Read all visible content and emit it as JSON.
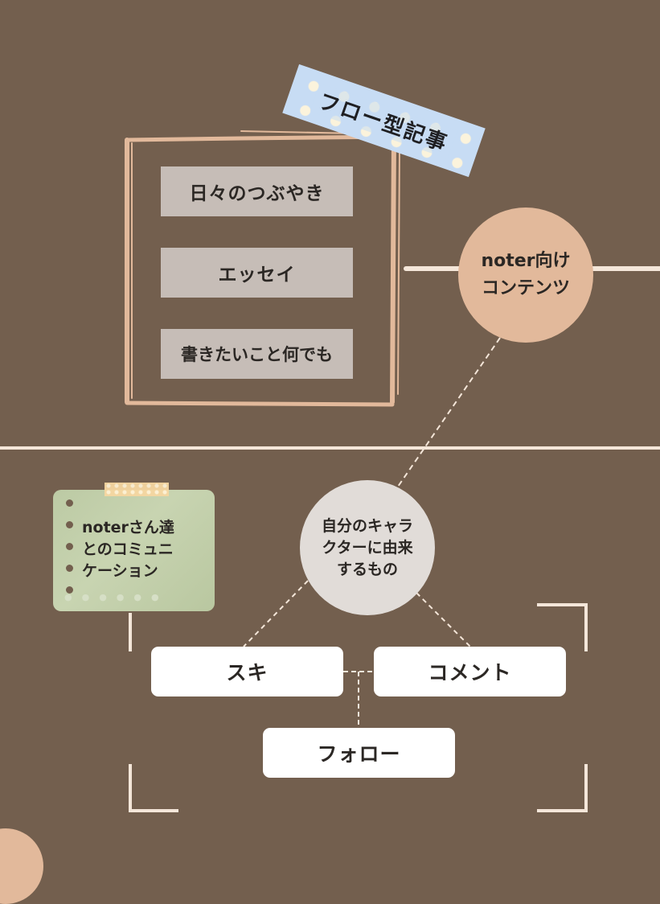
{
  "colors": {
    "background": "#735f4e",
    "line": "#f4e6d9",
    "frame": "#e2b99b",
    "gray_box": "#c6bdb7",
    "peach_circle": "#e2b99b",
    "gray_circle": "#e1dcd8",
    "tape_blue": "#c7dcf4",
    "note_green": "#bccaa4"
  },
  "flow": {
    "tape_label": "フロー型記事",
    "items": [
      "日々のつぶやき",
      "エッセイ",
      "書きたいこと何でも"
    ]
  },
  "contents_circle": {
    "line1": "noter向け",
    "line2": "コンテンツ"
  },
  "character_circle": {
    "line1": "自分のキャラ",
    "line2": "クターに由来",
    "line3": "するもの"
  },
  "note_card": {
    "line1": "noterさん達",
    "line2": "とのコミュニ",
    "line3": "ケーション"
  },
  "actions": {
    "suki": "スキ",
    "comment": "コメント",
    "follow": "フォロー"
  }
}
